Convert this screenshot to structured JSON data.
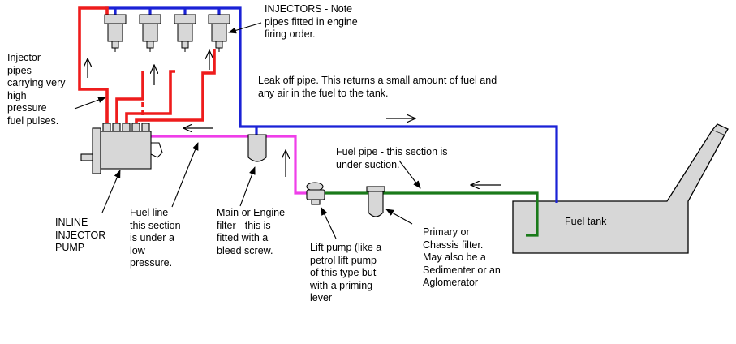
{
  "colors": {
    "high_pressure": "#ee1c1c",
    "leak_off": "#1a22d6",
    "low_pressure": "#ef3fe9",
    "suction": "#1a7a1a",
    "component_fill": "#d7d7d7",
    "outline": "#000000"
  },
  "labels": {
    "injectors": "INJECTORS - Note\npipes fitted in engine\nfiring order.",
    "injector_pipes": "Injector\npipes -\ncarrying very\nhigh\npressure\nfuel pulses.",
    "leak_off": "Leak off pipe. This returns a small amount of fuel and\nany air in the fuel to the tank.",
    "fuel_pipe": "Fuel pipe - this section is\nunder suction.",
    "fuel_tank": "Fuel tank",
    "inline_pump": "INLINE\nINJECTOR\nPUMP",
    "fuel_line": "Fuel line -\nthis section\nis under a\nlow\npressure.",
    "main_filter": "Main or Engine\nfilter - this is\nfitted with a\nbleed screw.",
    "lift_pump": "Lift pump (like a\npetrol lift pump\nof this type but\nwith a priming\nlever",
    "primary_filter": "Primary or\nChassis filter.\nMay also be a\nSedimenter or an\nAglomerator"
  }
}
